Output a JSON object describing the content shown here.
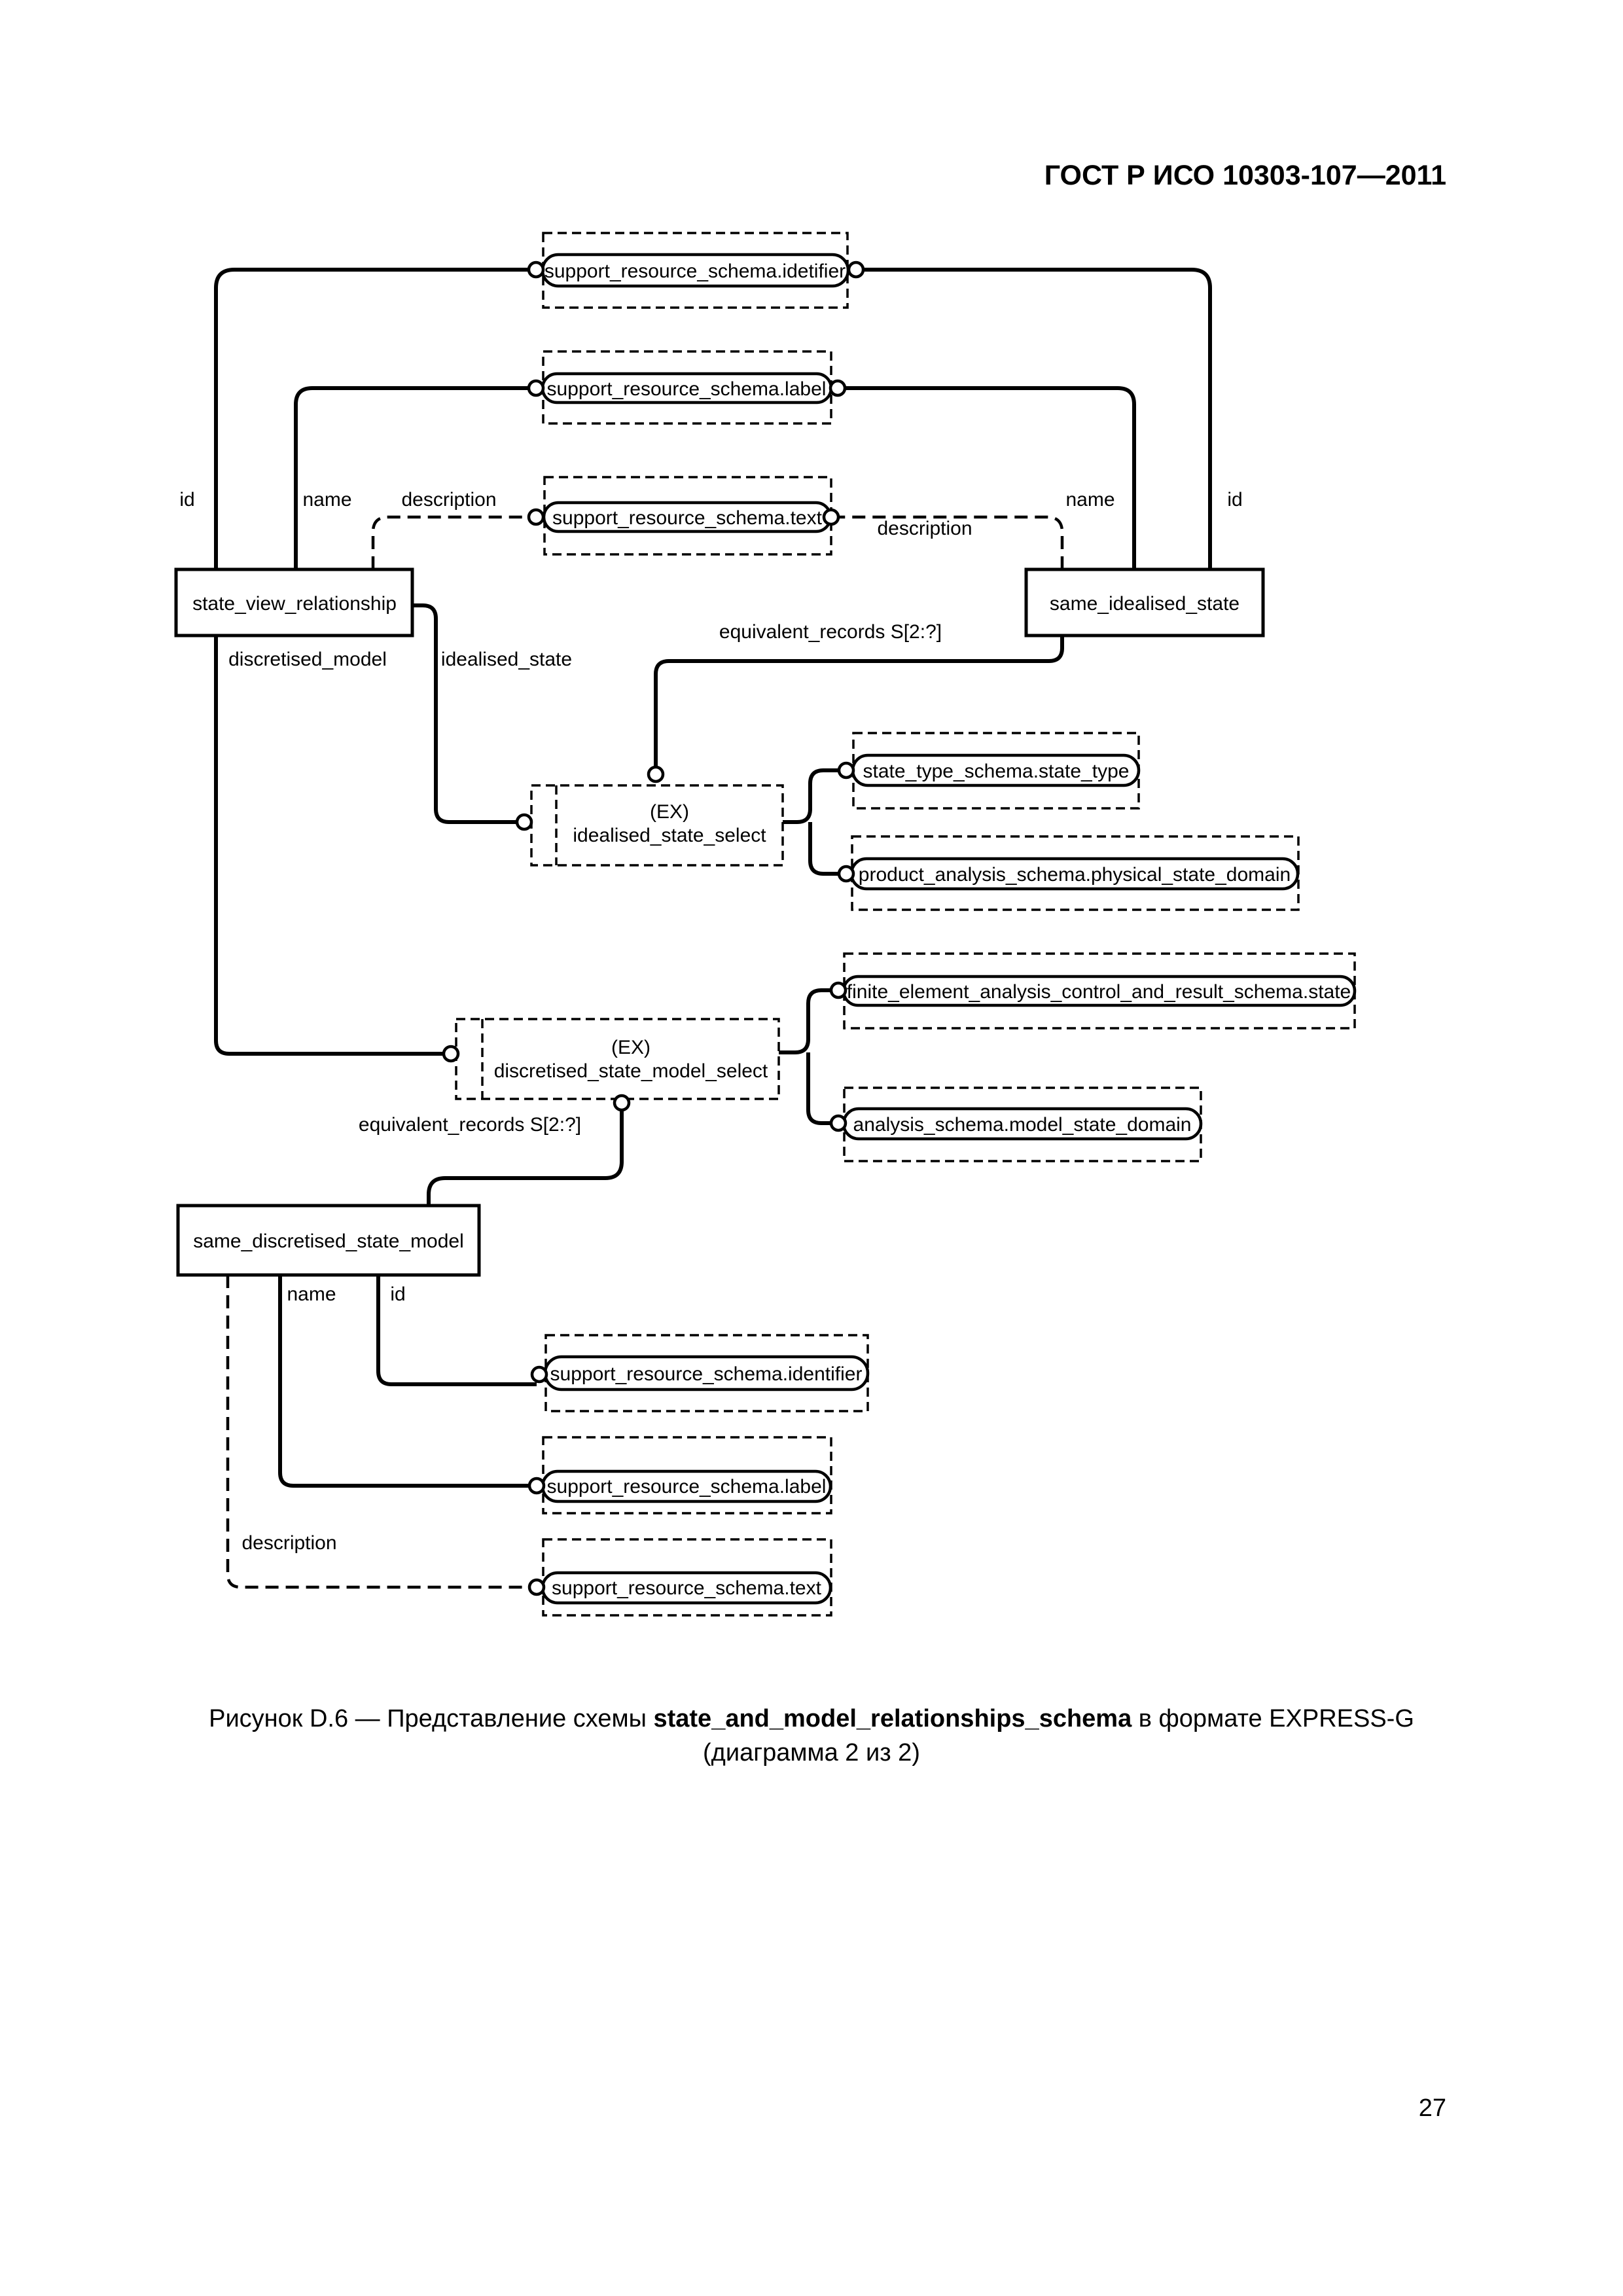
{
  "header": {
    "standard": "ГОСТ Р ИСО 10303-107—2011"
  },
  "diagram": {
    "entities": {
      "state_view_relationship": "state_view_relationship",
      "same_idealised_state": "same_idealised_state",
      "same_discretised_state_model": "same_discretised_state_model"
    },
    "selects": {
      "idealised": {
        "tag": "(EX)",
        "name": "idealised_state_select"
      },
      "discretised": {
        "tag": "(EX)",
        "name": "discretised_state_model_select"
      }
    },
    "types": {
      "idetifier": "support_resource_schema.idetifier",
      "label_top": "support_resource_schema.label",
      "text_top": "support_resource_schema.text",
      "state_type": "state_type_schema.state_type",
      "physical_state_domain": "product_analysis_schema.physical_state_domain",
      "fea_state": "finite_element_analysis_control_and_result_schema.state",
      "model_state_domain": "analysis_schema.model_state_domain",
      "identifier": "support_resource_schema.identifier",
      "label_bottom": "support_resource_schema.label",
      "text_bottom": "support_resource_schema.text"
    },
    "attributes": {
      "svr_id": "id",
      "svr_name": "name",
      "svr_description": "description",
      "sis_name": "name",
      "sis_id": "id",
      "sis_description": "description",
      "equivalent_records_top": "equivalent_records S[2:?]",
      "discretised_model": "discretised_model",
      "idealised_state": "idealised_state",
      "equivalent_records_bottom": "equivalent_records S[2:?]",
      "sdsm_name": "name",
      "sdsm_id": "id",
      "sdsm_description": "description"
    }
  },
  "caption": {
    "prefix": "Рисунок  D.6 — Представление схемы ",
    "schema_name": "state_and_model_relationships_schema",
    "suffix": " в формате EXPRESS-G",
    "line2": "(диаграмма 2 из 2)"
  },
  "page_number": "27"
}
